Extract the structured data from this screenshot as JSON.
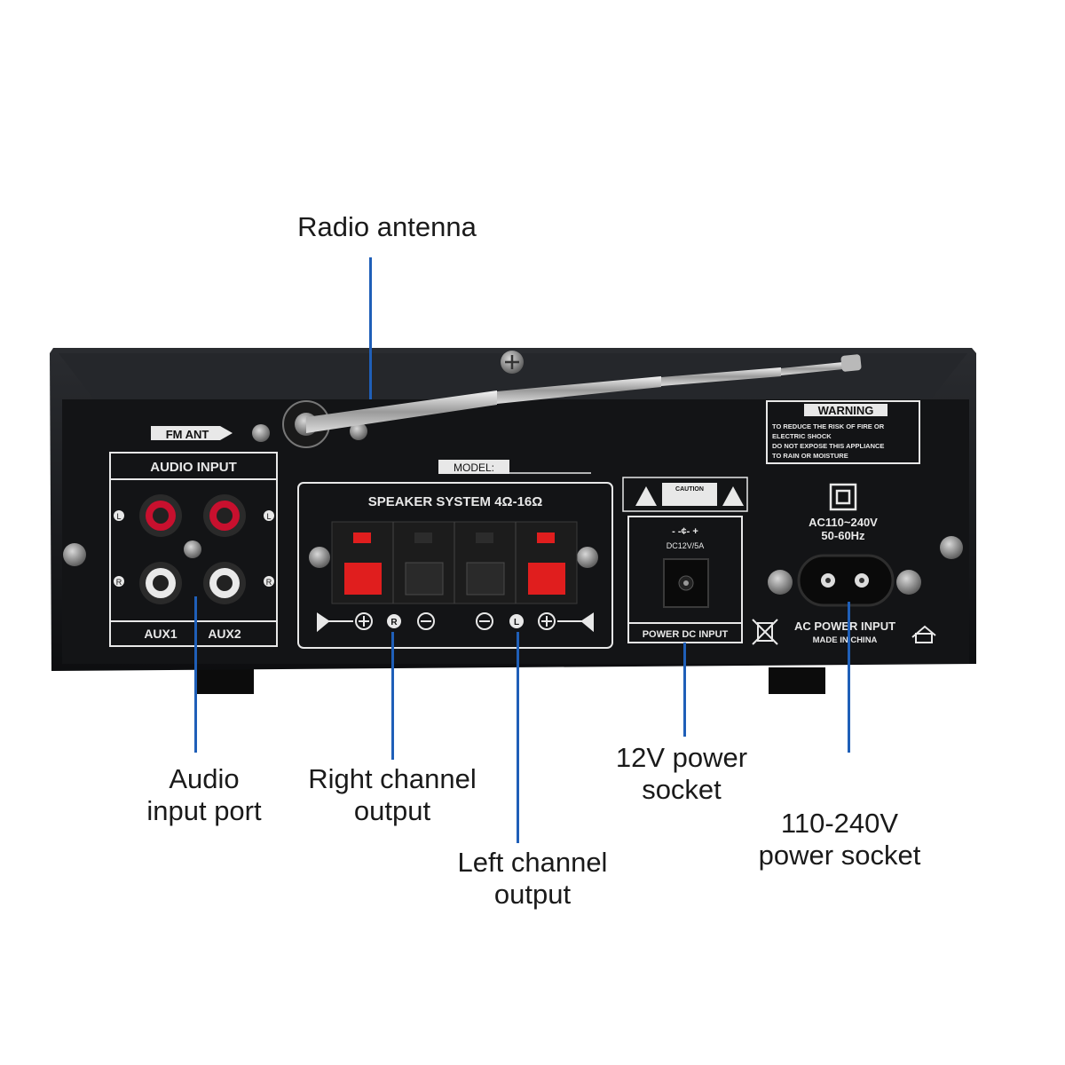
{
  "callouts": {
    "radio_antenna": "Radio antenna",
    "audio_input": [
      "Audio",
      "input port"
    ],
    "right_channel": [
      "Right channel",
      "output"
    ],
    "left_channel": [
      "Left channel",
      "output"
    ],
    "dc_socket": [
      "12V power",
      "socket"
    ],
    "ac_socket": [
      "110-240V",
      "power socket"
    ]
  },
  "panel": {
    "fm_ant": "FM ANT",
    "audio_input_title": "AUDIO INPUT",
    "aux1": "AUX1",
    "aux2": "AUX2",
    "left_marker": "L",
    "right_marker": "R",
    "model": "MODEL:",
    "speaker_system": "SPEAKER SYSTEM 4Ω-16Ω",
    "caution": "CAUTION",
    "dc_polarity": "- -¢- +",
    "dc_rating": "DC12V/5A",
    "power_dc_input": "POWER DC INPUT",
    "warning_title": "WARNING",
    "warning_lines": [
      "TO REDUCE THE RISK OF FIRE OR",
      "ELECTRIC SHOCK",
      "DO NOT EXPOSE THIS APPLIANCE",
      "TO RAIN OR MOISTURE"
    ],
    "ac_rating": "AC110~240V",
    "ac_freq": "50-60Hz",
    "ac_power_input": "AC POWER INPUT",
    "made_in": "MADE IN CHINA"
  },
  "colors": {
    "leader_line": "#1f5fb8",
    "panel_body": "#111214",
    "print": "#e8e8e8",
    "terminal_red": "#e01e1e",
    "rca_red": "#c8102e"
  }
}
